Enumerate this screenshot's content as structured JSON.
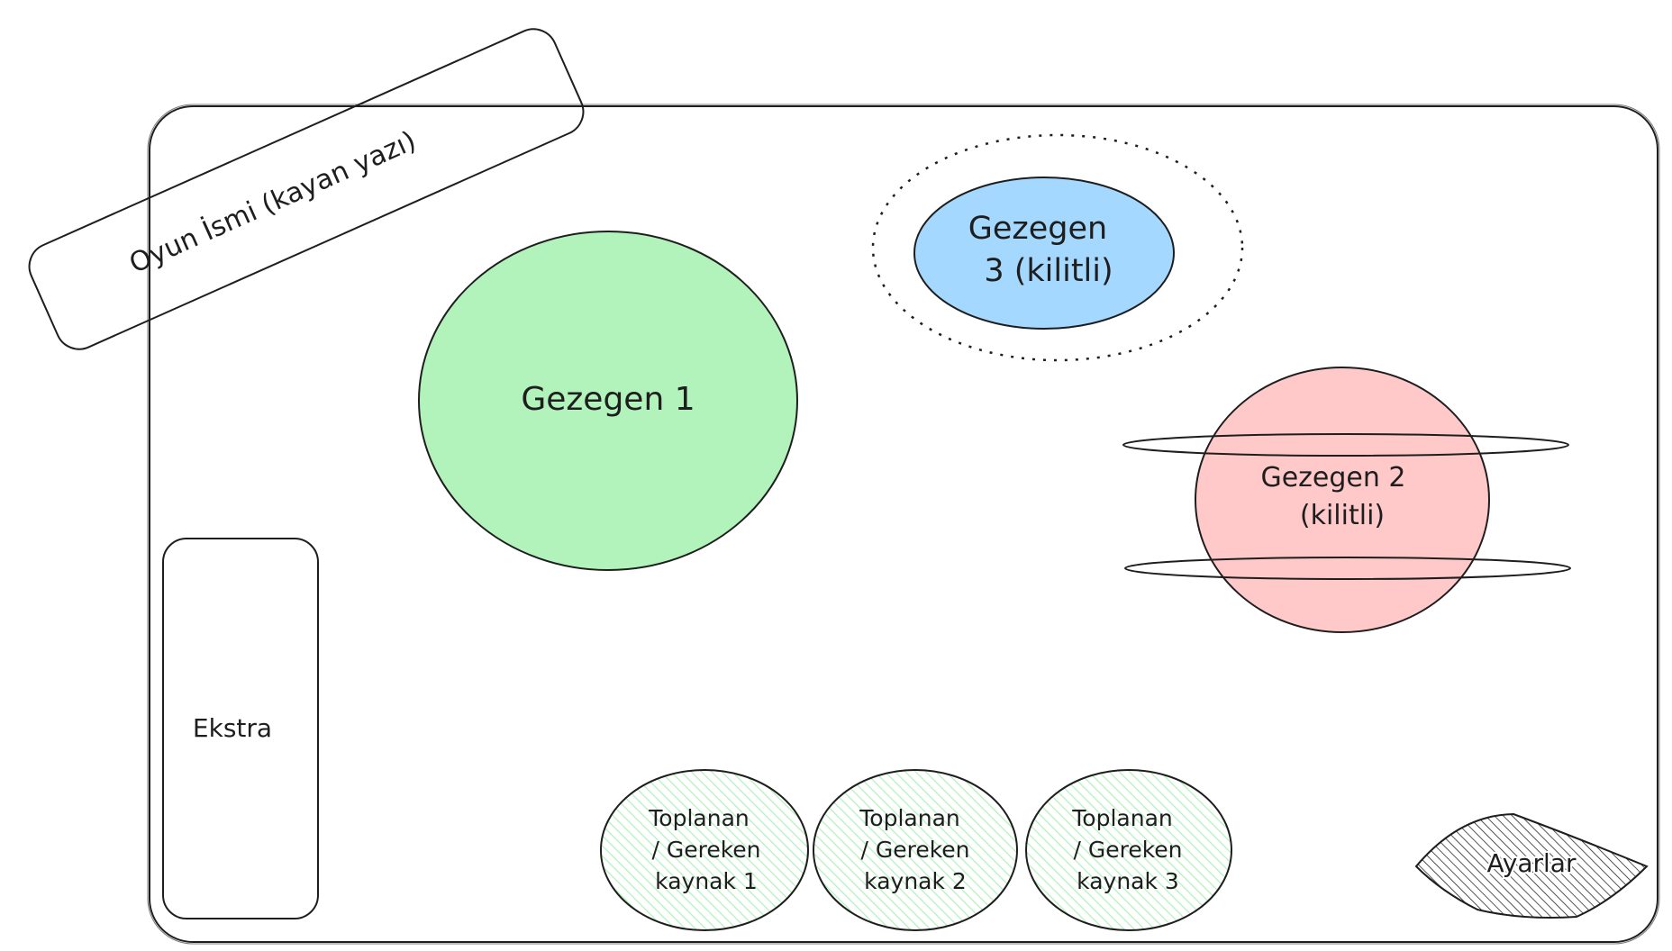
{
  "title_banner": {
    "text": "Oyun İsmi (kayan yazı)"
  },
  "planets": [
    {
      "id": "planet-1",
      "lines": [
        "Gezegen 1"
      ],
      "fill": "#b2f2bb"
    },
    {
      "id": "planet-2",
      "lines": [
        "Gezegen 2",
        "(kilitli)"
      ],
      "fill": "#ffc9c9"
    },
    {
      "id": "planet-3",
      "lines": [
        "Gezegen",
        "3 (kilitli)"
      ],
      "fill": "#a5d8ff"
    }
  ],
  "extra_panel": {
    "label": "Ekstra"
  },
  "resources": [
    {
      "lines": [
        "Toplanan",
        "/ Gereken",
        "kaynak 1"
      ]
    },
    {
      "lines": [
        "Toplanan",
        "/ Gereken",
        "kaynak 2"
      ]
    },
    {
      "lines": [
        "Toplanan",
        "/ Gereken",
        "kaynak 3"
      ]
    }
  ],
  "settings_button": {
    "label": "Ayarlar"
  },
  "colors": {
    "stroke": "#1e1e1e",
    "resource_hatch": "#b2f2bb",
    "settings_hatch": "#1e1e1e"
  }
}
